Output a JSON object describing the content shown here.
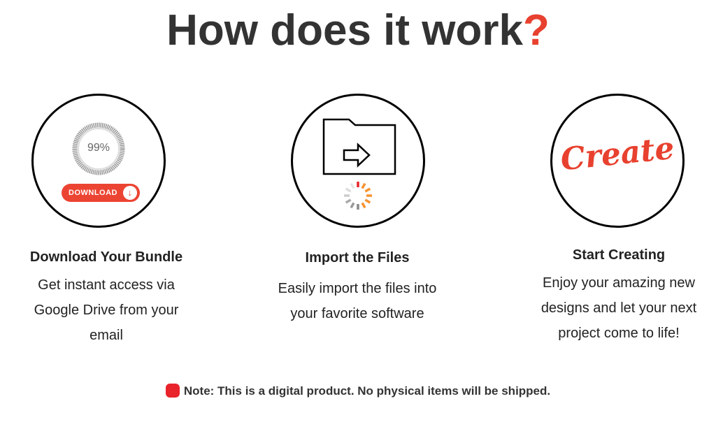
{
  "title": {
    "text": "How does it work",
    "mark": "?"
  },
  "steps": [
    {
      "heading": "Download Your Bundle",
      "lines": [
        "Get instant access via",
        "Google Drive from your",
        "email"
      ],
      "progress": "99%",
      "button": "DOWNLOAD"
    },
    {
      "heading": "Import the Files",
      "lines": [
        "Easily import the files into",
        "your favorite software"
      ]
    },
    {
      "heading": "Start Creating",
      "lines": [
        "Enjoy your amazing new",
        "designs and let your next",
        "project come to life!"
      ],
      "logo": "Create"
    }
  ],
  "note": "Note: This is a digital product. No physical items will be shipped.",
  "colors": {
    "accent": "#e8412f",
    "text": "#333333"
  }
}
